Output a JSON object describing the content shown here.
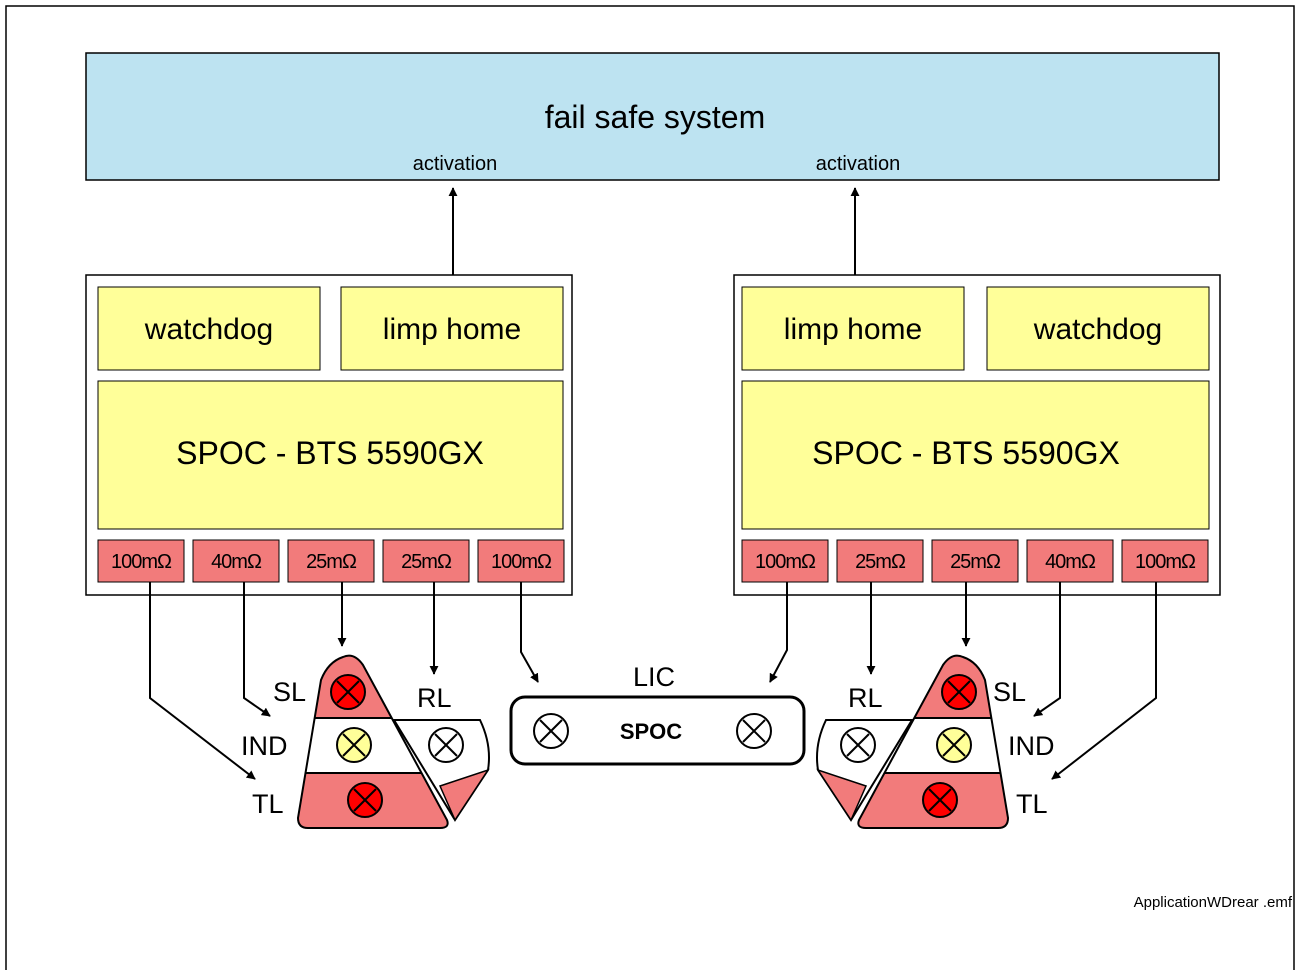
{
  "colors": {
    "fail_safe_fill": "#bde3f1",
    "block_fill": "#ffff99",
    "resistor_fill": "#f27b7b",
    "lamp_body_fill": "#f27b7b",
    "lamp_red": "#ff0000",
    "lamp_yellow": "#ffff99",
    "lamp_white": "#ffffff",
    "stroke": "#000000"
  },
  "fail_safe": {
    "title": "fail safe system",
    "activation_left": "activation",
    "activation_right": "activation"
  },
  "left_module": {
    "watchdog": "watchdog",
    "limp_home": "limp home",
    "spoc": "SPOC - BTS 5590GX",
    "resistors": [
      "100mΩ",
      "40mΩ",
      "25mΩ",
      "25mΩ",
      "100mΩ"
    ]
  },
  "right_module": {
    "limp_home": "limp home",
    "watchdog": "watchdog",
    "spoc": "SPOC - BTS 5590GX",
    "resistors": [
      "100mΩ",
      "25mΩ",
      "25mΩ",
      "40mΩ",
      "100mΩ"
    ]
  },
  "lamps": {
    "left": {
      "sl": "SL",
      "ind": "IND",
      "tl": "TL",
      "rl": "RL"
    },
    "right": {
      "sl": "SL",
      "ind": "IND",
      "tl": "TL",
      "rl": "RL"
    },
    "lic": {
      "label": "LIC",
      "inner": "SPOC"
    }
  },
  "footer": {
    "filename": "ApplicationWDrear .emf"
  }
}
